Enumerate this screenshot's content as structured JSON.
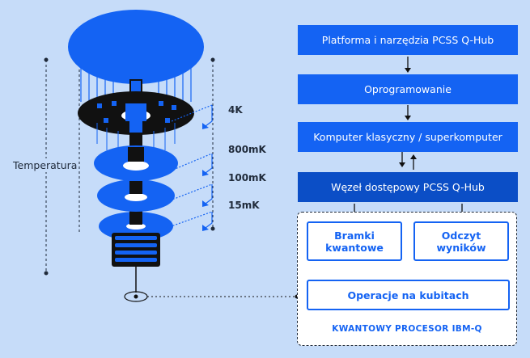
{
  "stack": {
    "platform": "Platforma i narzędzia PCSS Q-Hub",
    "software": "Oprogramowanie",
    "classical": "Komputer klasyczny / superkomputer",
    "access_node": "Węzeł dostępowy PCSS Q-Hub"
  },
  "processor": {
    "title": "KWANTOWY PROCESOR IBM-Q",
    "gates_line1": "Bramki",
    "gates_line2": "kwantowe",
    "readout_line1": "Odczyt",
    "readout_line2": "wyników",
    "qubit_ops": "Operacje na kubitach"
  },
  "cryostat": {
    "temperature_label": "Temperatura",
    "stages": [
      "4K",
      "800mK",
      "100mK",
      "15mK"
    ]
  },
  "colors": {
    "background": "#c6dcf9",
    "primary_blue": "#1463f3",
    "dark_blue": "#0b4ec6",
    "black": "#111111"
  }
}
